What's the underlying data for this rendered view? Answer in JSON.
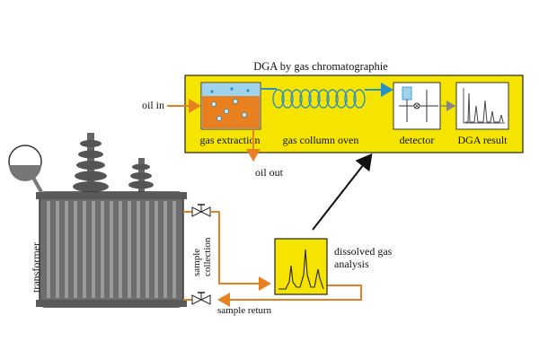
{
  "title": "DGA by gas chromatographie",
  "stages": {
    "gas_extraction": "gas extraction",
    "column_oven": "gas collumn oven",
    "detector": "detector",
    "result": "DGA result"
  },
  "flows": {
    "oil_in": "oil in",
    "oil_out": "oil out",
    "sample_collection": "sample collection",
    "sample_return": "sample return"
  },
  "transformer_label": "transformer",
  "analysis": {
    "line1": "dissolved gas",
    "line2": "analysis"
  },
  "colors": {
    "panel_yellow": "#f5e400",
    "oil_orange": "#e8801f",
    "gas_blue": "#2a8fc4",
    "transformer_gray": "#8a8a8a"
  }
}
